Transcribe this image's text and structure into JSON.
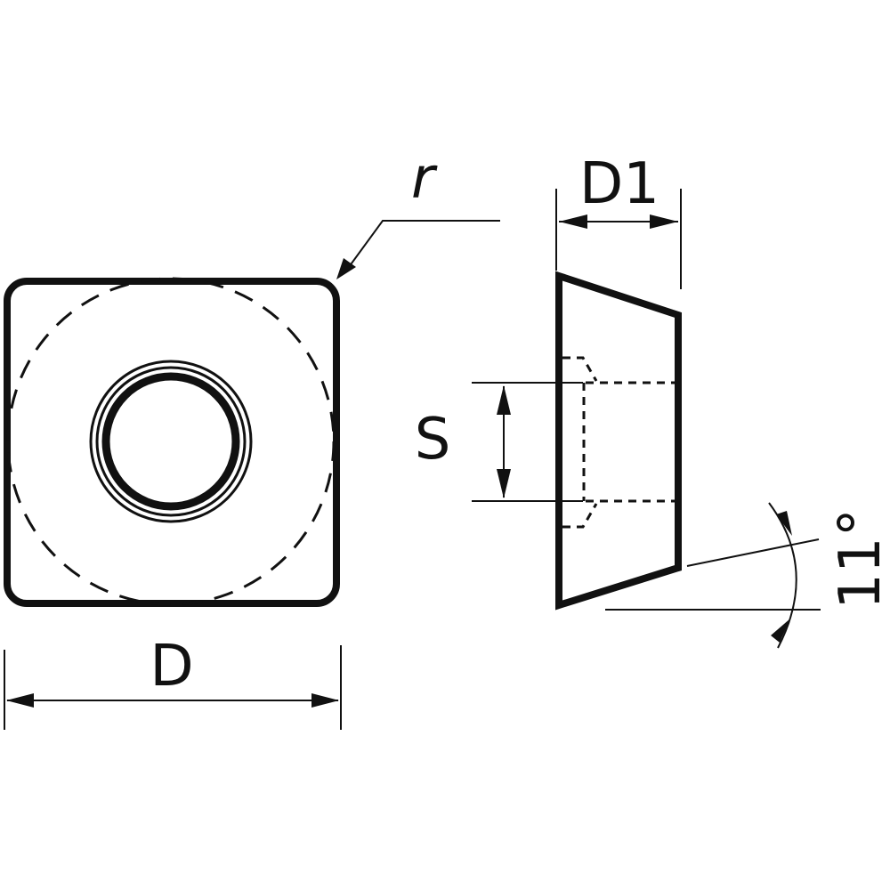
{
  "labels": {
    "radius": "r",
    "width": "D",
    "height": "D1",
    "thickness": "S",
    "angle": "11°"
  },
  "colors": {
    "ink": "#111111",
    "background": "#ffffff"
  }
}
